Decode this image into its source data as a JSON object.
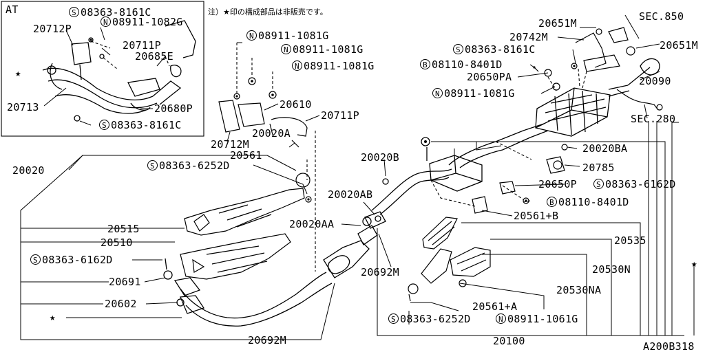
{
  "header": {
    "variant": "AT",
    "note": "注）★印の構成部品は非販売です。",
    "sec_top": "SEC.850",
    "sec_mid": "SEC.280",
    "figure_code": "A200B318"
  },
  "star": "★",
  "prefix": {
    "S": "S",
    "N": "N",
    "B": "B"
  },
  "parts": {
    "p20712P": "20712P",
    "s08363_8161C_a": "08363-8161C",
    "n08911_1082G": "08911-1082G",
    "p20711P_a": "20711P",
    "p20685E": "20685E",
    "p20713": "20713",
    "p20680P": "20680P",
    "s08363_8161C_b": "08363-8161C",
    "n08911_1081G_a": "08911-1081G",
    "n08911_1081G_b": "08911-1081G",
    "n08911_1081G_c": "08911-1081G",
    "p20610": "20610",
    "p20711P_b": "20711P",
    "p20020A": "20020A",
    "p20712M": "20712M",
    "p20561": "20561",
    "s08363_6252D_a": "08363-6252D",
    "p20020": "20020",
    "p20515": "20515",
    "p20510": "20510",
    "s08363_6162D_a": "08363-6162D",
    "p20691": "20691",
    "p20602": "20602",
    "p20692M_a": "20692M",
    "p20020B": "20020B",
    "p20020AB": "20020AB",
    "p20020AA": "20020AA",
    "p20692M_b": "20692M",
    "p20651M_a": "20651M",
    "p20742M": "20742M",
    "s08363_8161C_c": "08363-8161C",
    "p20651M_b": "20651M",
    "b08110_8401D_a": "08110-8401D",
    "p20650PA": "20650PA",
    "p20090": "20090",
    "n08911_1081G_d": "08911-1081G",
    "p20020BA": "20020BA",
    "p20785": "20785",
    "p20650P": "20650P",
    "s08363_6162D_b": "08363-6162D",
    "b08110_8401D_b": "08110-8401D",
    "p20561B": "20561+B",
    "p20535": "20535",
    "p20530N": "20530N",
    "p20530NA": "20530NA",
    "p20561A": "20561+A",
    "s08363_6252D_b": "08363-6252D",
    "n08911_1061G": "08911-1061G",
    "p20100": "20100"
  }
}
